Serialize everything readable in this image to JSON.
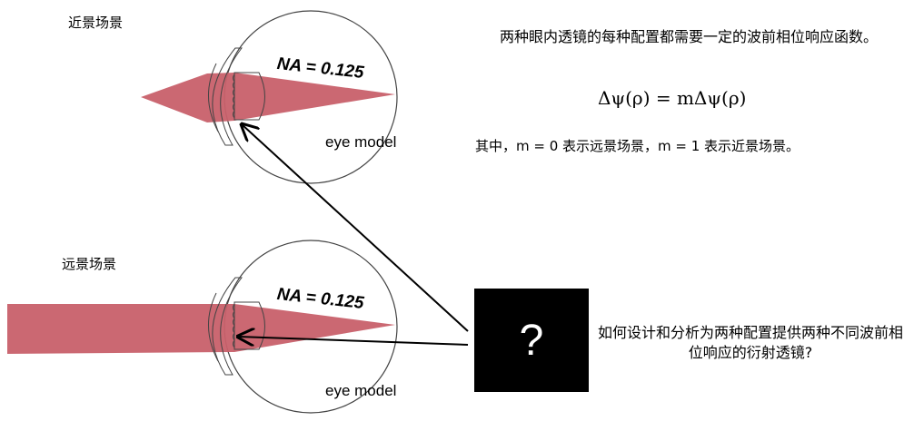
{
  "near_scene": {
    "title": "近景场景",
    "na_label": "NA = 0.125",
    "eye_label": "eye model"
  },
  "far_scene": {
    "title": "远景场景",
    "na_label": "NA = 0.125",
    "eye_label": "eye model"
  },
  "description": "两种眼内透镜的每种配置都需要一定的波前相位响应函数。",
  "formula": "Δψ(ρ) = mΔψ(ρ)",
  "note": "其中，m = 0 表示远景场景，m = 1 表示近景场景。",
  "unknown_box": {
    "symbol": "?"
  },
  "question": "如何设计和分析为两种配置提供两种不同波前相位响应的衍射透镜?",
  "colors": {
    "beam": "#c8606a",
    "box": "#000000"
  }
}
